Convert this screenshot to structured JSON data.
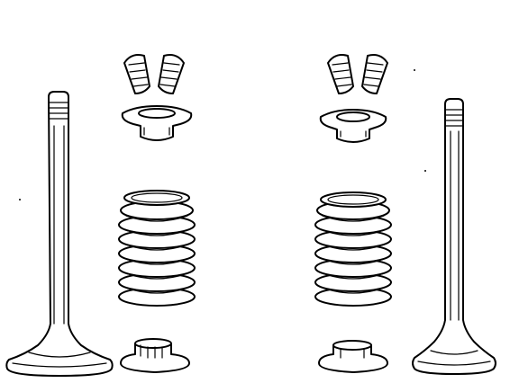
{
  "diagram": {
    "kind": "exploded-view line drawing",
    "subject": "valve-train-components",
    "assemblies": [
      {
        "id": "left",
        "parts": [
          "valve",
          "valve-keepers",
          "spring-retainer",
          "valve-spring",
          "spring-seat"
        ]
      },
      {
        "id": "right",
        "parts": [
          "valve",
          "valve-keepers",
          "spring-retainer",
          "valve-spring",
          "spring-seat"
        ]
      }
    ],
    "colors": {
      "ink": "#000000",
      "background": "#ffffff"
    }
  }
}
